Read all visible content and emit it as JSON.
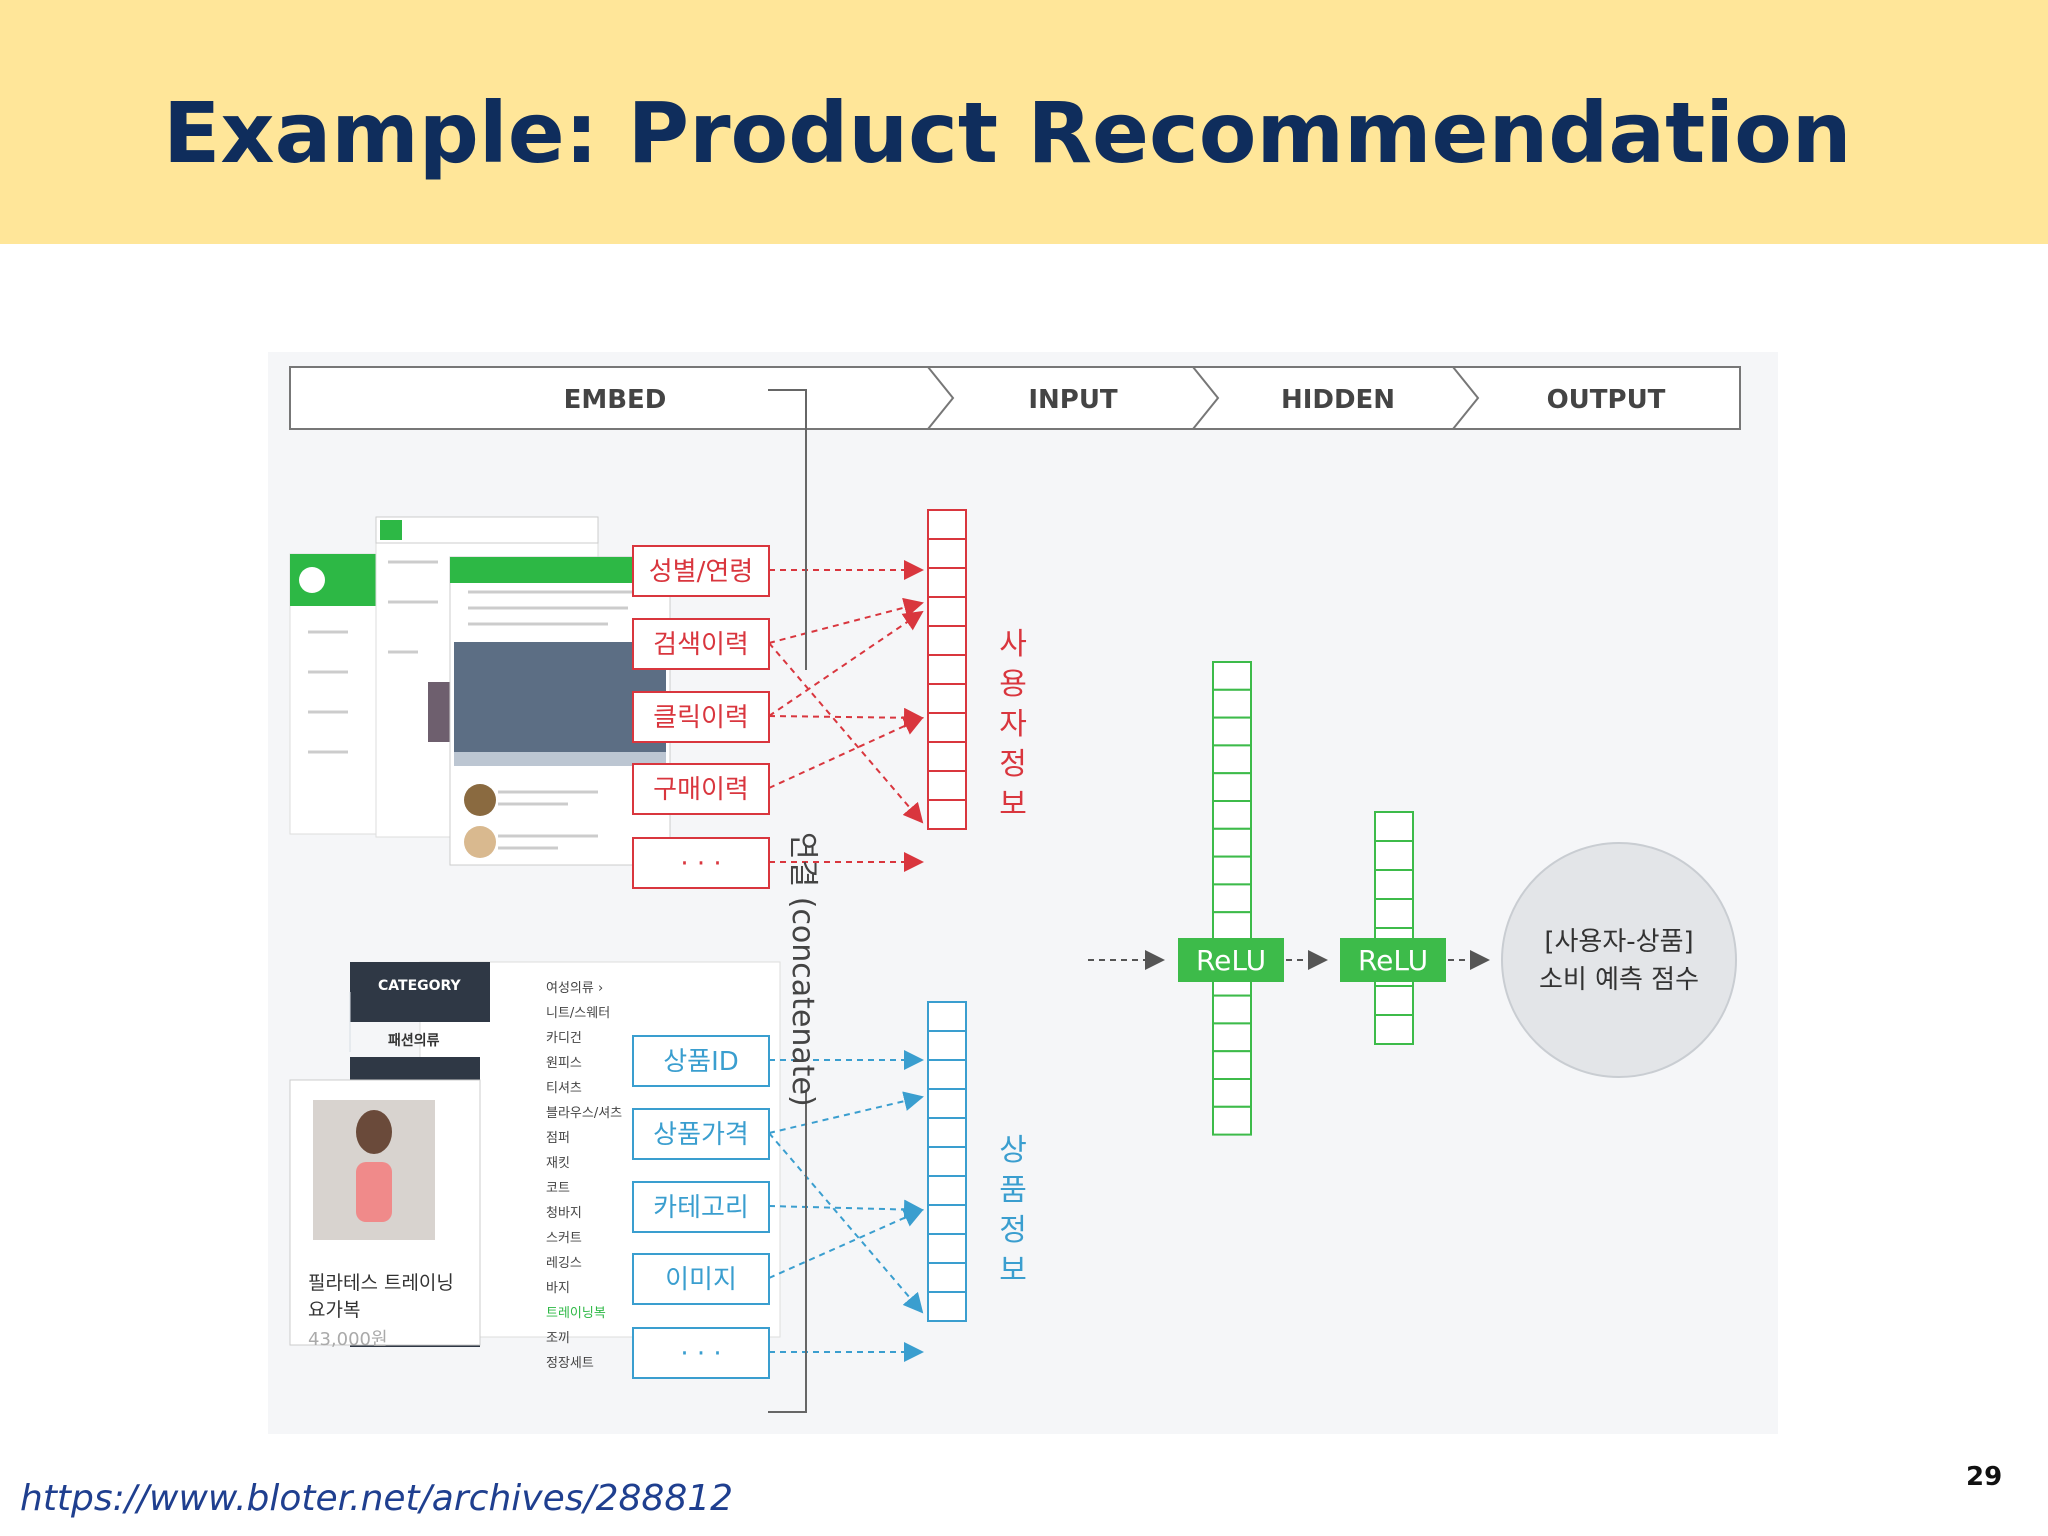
{
  "slide": {
    "title": "Example: Product Recommendation",
    "source_link": "https://www.bloter.net/archives/288812",
    "page_number": "29"
  },
  "diagram": {
    "stages": [
      "EMBED",
      "INPUT",
      "HIDDEN",
      "OUTPUT"
    ],
    "user_features": [
      "성별/연령",
      "검색이력",
      "클릭이력",
      "구매이력",
      "· · ·"
    ],
    "product_features": [
      "상품ID",
      "상품가격",
      "카테고리",
      "이미지",
      "· · ·"
    ],
    "user_info_label": [
      "사",
      "용",
      "자",
      "정",
      "보"
    ],
    "product_info_label": [
      "상",
      "품",
      "정",
      "보"
    ],
    "concat_label": "연결 (concatenate)",
    "hidden_layers": [
      "ReLU",
      "ReLU"
    ],
    "output_lines": [
      "[사용자-상품]",
      "소비 예측 점수"
    ],
    "screenshot_shop": {
      "category_header": "CATEGORY",
      "category_item": "패션의류",
      "subcategories": [
        "여성의류 ›",
        "니트/스웨터",
        "카디건",
        "원피스",
        "티셔츠",
        "블라우스/셔츠",
        "점퍼",
        "재킷",
        "코트",
        "청바지",
        "스커트",
        "레깅스",
        "바지",
        "트레이닝복",
        "조끼",
        "정장세트"
      ],
      "product_name_1": "필라테스 트레이닝",
      "product_name_2": "요가복",
      "product_price": "43,000원"
    },
    "colors": {
      "user": "#d9363e",
      "product": "#3a9ecf",
      "relu": "#3dbb4a",
      "title": "#0f2d5c",
      "band": "#ffe699"
    }
  }
}
